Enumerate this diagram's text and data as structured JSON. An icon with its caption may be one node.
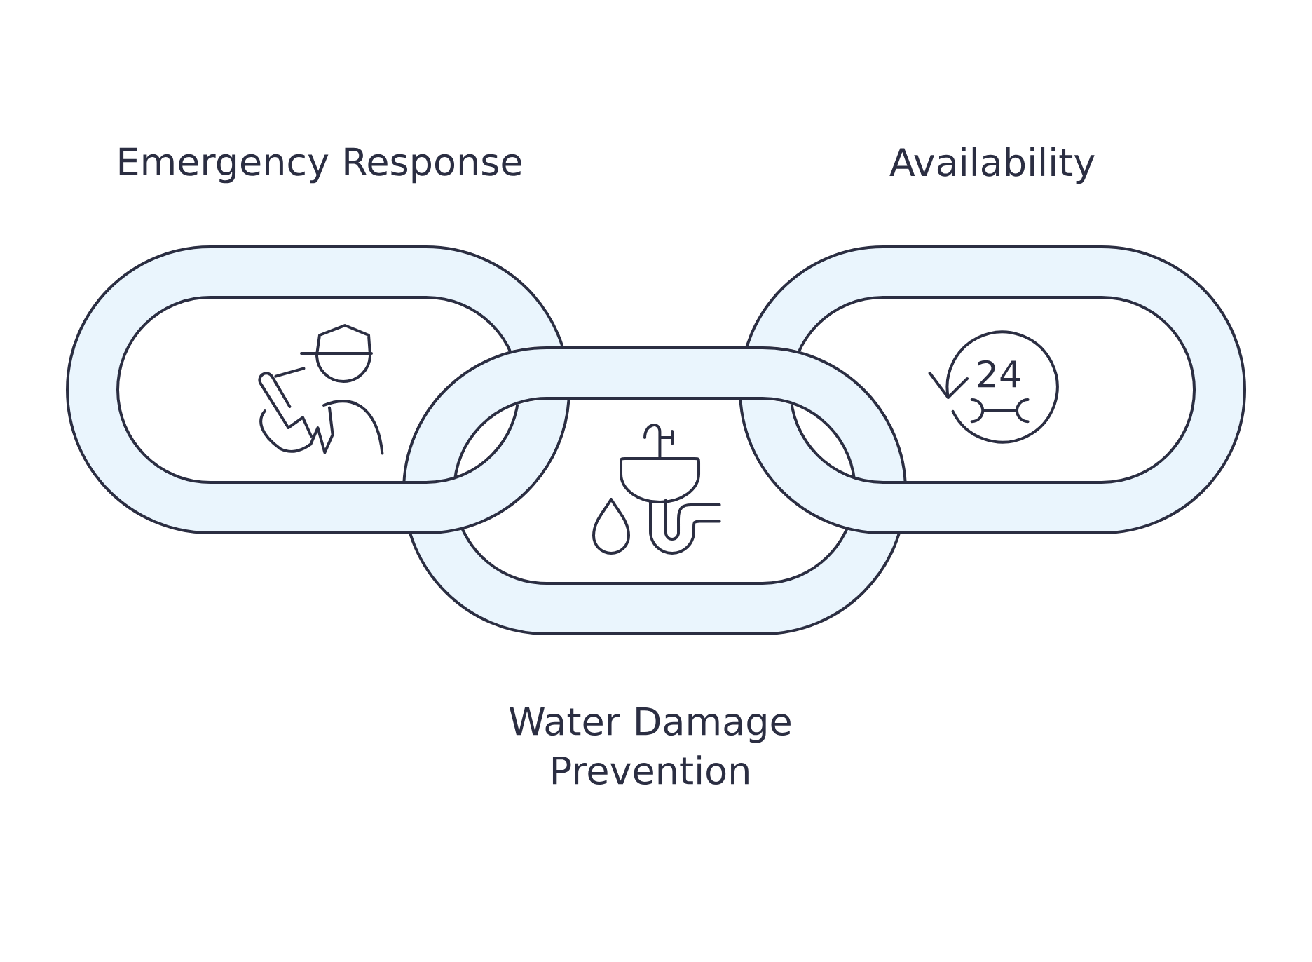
{
  "diagram": {
    "nodes": [
      {
        "text": [
          "Emergency Response"
        ]
      },
      {
        "text": [
          "Water Damage Prevention"
        ]
      },
      {
        "text": [
          "Availability"
        ]
      }
    ],
    "labels": [
      "24"
    ]
  }
}
